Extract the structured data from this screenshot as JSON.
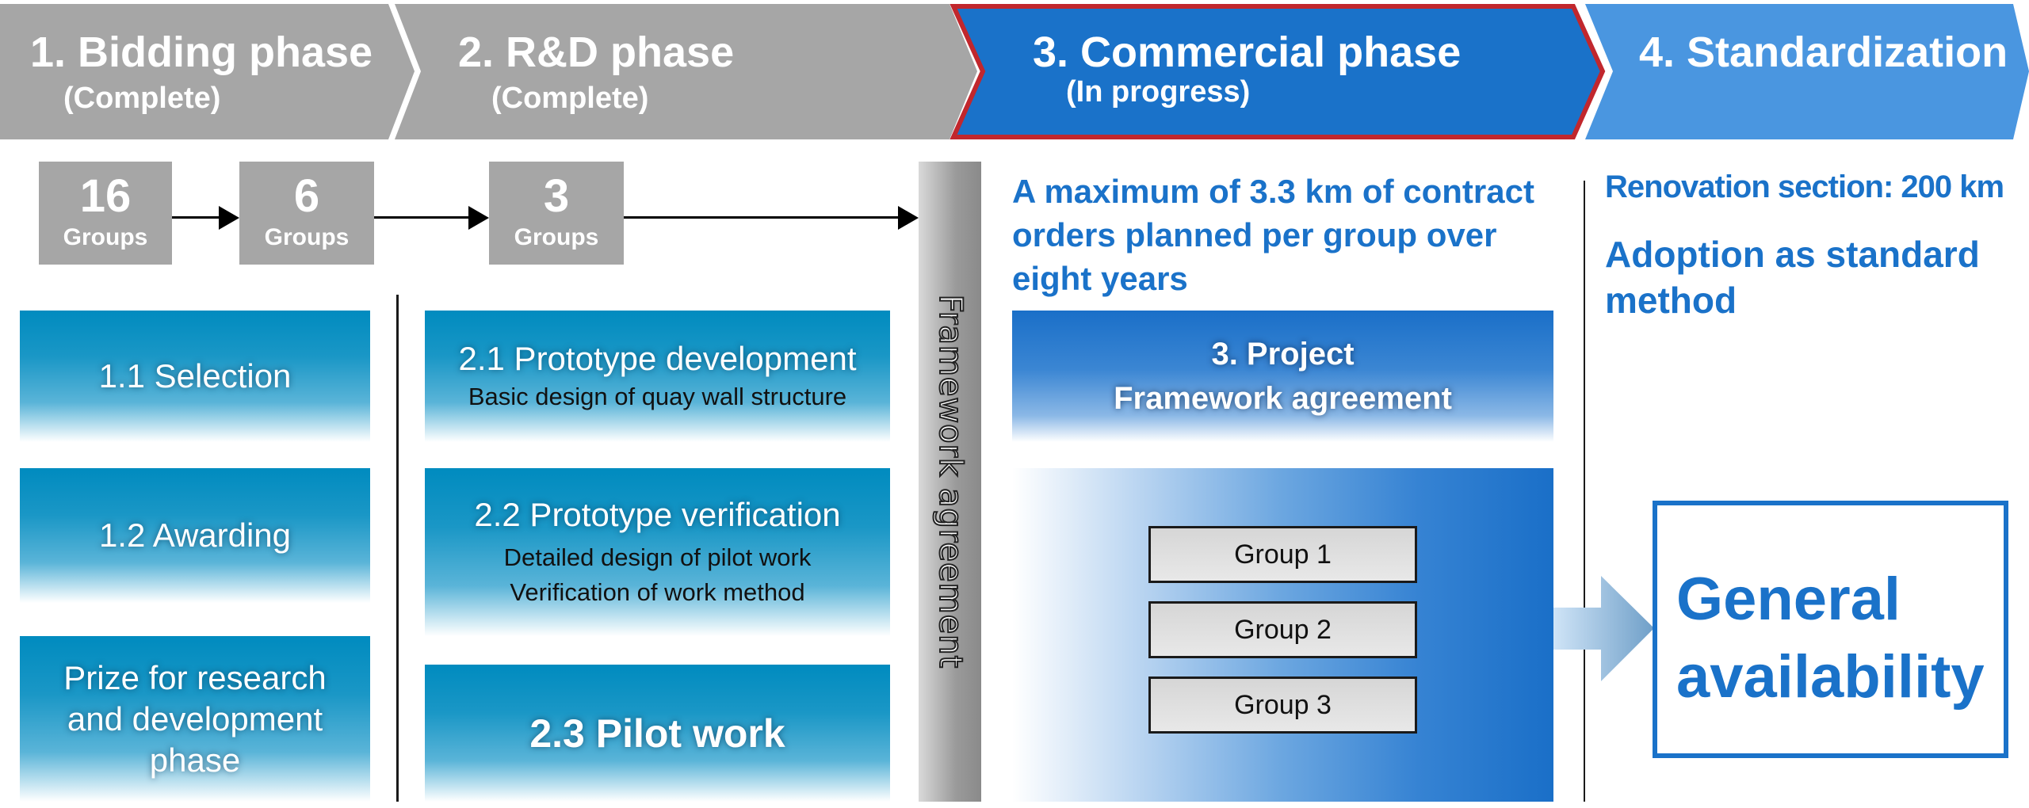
{
  "phases": [
    {
      "title": "1. Bidding phase",
      "status": "(Complete)",
      "color": "#a6a6a6",
      "active": false
    },
    {
      "title": "2. R&D phase",
      "status": "(Complete)",
      "color": "#a6a6a6",
      "active": false
    },
    {
      "title": "3. Commercial phase",
      "status": "(In progress)",
      "color": "#1a72c9",
      "border": "#c1272d",
      "active": true
    },
    {
      "title": "4. Standardization",
      "status": "",
      "color": "#4a96e0",
      "active": false
    }
  ],
  "group_counts": [
    {
      "number": "16",
      "label": "Groups"
    },
    {
      "number": "6",
      "label": "Groups"
    },
    {
      "number": "3",
      "label": "Groups"
    }
  ],
  "bidding_steps": [
    {
      "title": "1.1 Selection"
    },
    {
      "title": "1.2 Awarding"
    },
    {
      "title": "Prize for research and development phase"
    }
  ],
  "rd_steps": [
    {
      "title": "2.1 Prototype development",
      "details": [
        "Basic design of quay wall structure"
      ]
    },
    {
      "title": "2.2 Prototype verification",
      "details": [
        "Detailed design of pilot work",
        "Verification of work method"
      ]
    },
    {
      "title": "2.3 Pilot work",
      "details": []
    }
  ],
  "framework_bar": {
    "label": "Framework agreement"
  },
  "commercial": {
    "summary": "A maximum of 3.3 km of contract orders planned per group over eight years",
    "project_line1": "3. Project",
    "project_line2": "Framework agreement",
    "groups": [
      "Group 1",
      "Group 2",
      "Group 3"
    ]
  },
  "standardization": {
    "renovation": "Renovation section: 200 km",
    "adoption": "Adoption as standard method",
    "result_line1": "General",
    "result_line2": "availability"
  },
  "colors": {
    "grey": "#a6a6a6",
    "blue_primary": "#1a72c9",
    "blue_light": "#4a96e0",
    "teal": "#008bbf",
    "highlight_border": "#c1272d"
  }
}
